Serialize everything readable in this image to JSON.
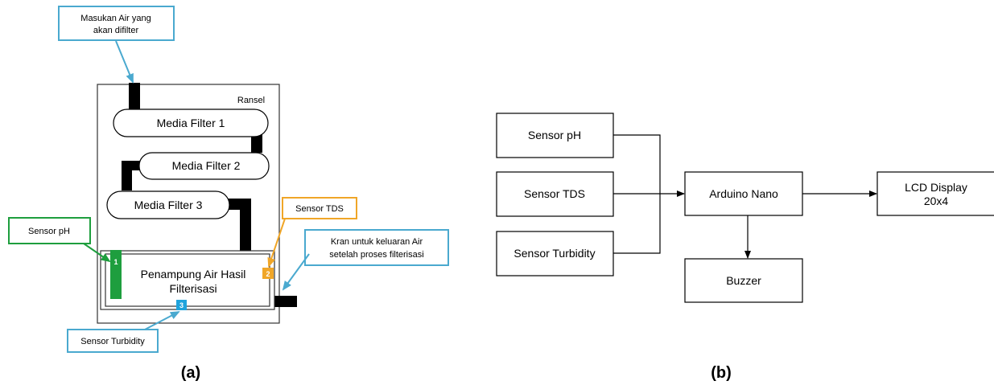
{
  "diagram_a": {
    "caption": "(a)",
    "container_label": "Ransel",
    "callout_input": [
      "Masukan Air yang",
      "akan difilter"
    ],
    "filter1": "Media Filter 1",
    "filter2": "Media Filter 2",
    "filter3": "Media Filter 3",
    "tank": [
      "Penampung Air Hasil",
      "Filterisasi"
    ],
    "callout_ph": "Sensor pH",
    "callout_tds": "Sensor TDS",
    "callout_tap": [
      "Kran untuk keluaran Air",
      "setelah proses filterisasi"
    ],
    "callout_turbidity": "Sensor Turbidity",
    "marker1": "1",
    "marker2": "2",
    "marker3": "3",
    "colors": {
      "ph": "#1e9e3e",
      "tds": "#f0a628",
      "turbidity": "#1fa3dc",
      "input_callout": "#4aa9cf",
      "pipe": "#000000"
    }
  },
  "diagram_b": {
    "caption": "(b)",
    "sensor_ph": "Sensor pH",
    "sensor_tds": "Sensor TDS",
    "sensor_turbidity": "Sensor Turbidity",
    "controller": "Arduino Nano",
    "lcd": [
      "LCD Display",
      "20x4"
    ],
    "buzzer": "Buzzer"
  }
}
